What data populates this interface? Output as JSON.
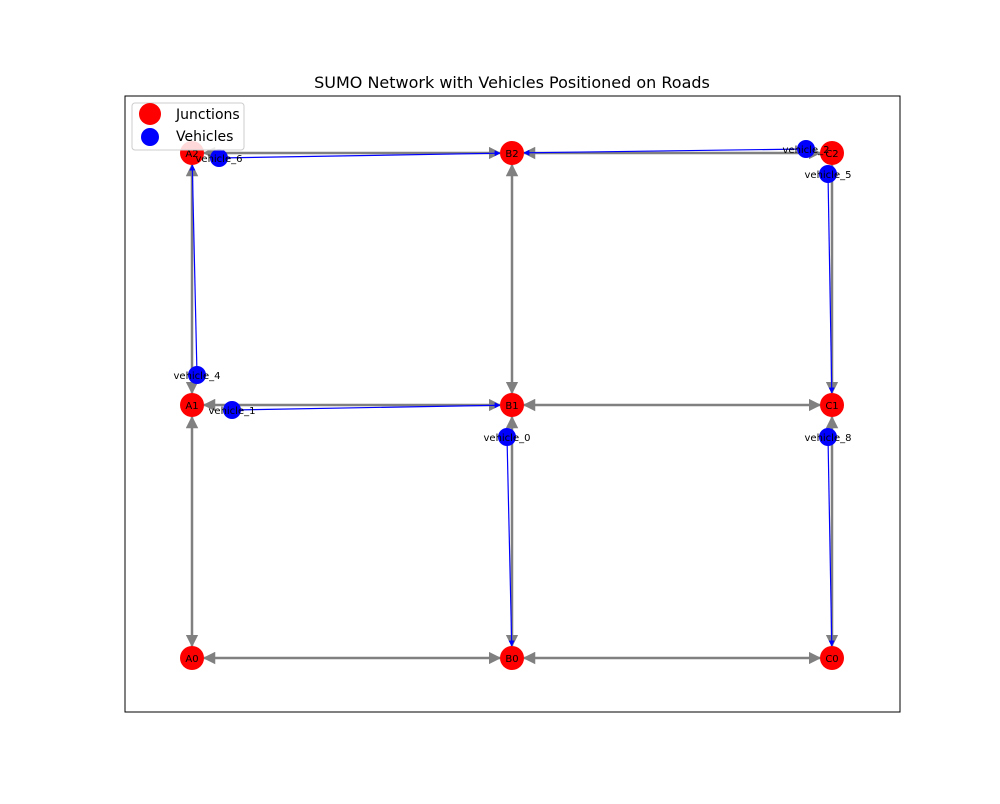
{
  "title": "SUMO Network with Vehicles Positioned on Roads",
  "legend": {
    "junctions_label": "Junctions",
    "vehicles_label": "Vehicles"
  },
  "colors": {
    "junction": "#ff0000",
    "vehicle": "#0000ff",
    "road": "#808080",
    "route": "#0000ff"
  },
  "junctions": [
    {
      "id": "A0",
      "label": "A0"
    },
    {
      "id": "A1",
      "label": "A1"
    },
    {
      "id": "A2",
      "label": "A2"
    },
    {
      "id": "B0",
      "label": "B0"
    },
    {
      "id": "B1",
      "label": "B1"
    },
    {
      "id": "B2",
      "label": "B2"
    },
    {
      "id": "C0",
      "label": "C0"
    },
    {
      "id": "C1",
      "label": "C1"
    },
    {
      "id": "C2",
      "label": "C2"
    }
  ],
  "roads": [
    {
      "from": "A0",
      "to": "A1",
      "bidirectional": true
    },
    {
      "from": "A1",
      "to": "A2",
      "bidirectional": true
    },
    {
      "from": "B0",
      "to": "B1",
      "bidirectional": true
    },
    {
      "from": "B1",
      "to": "B2",
      "bidirectional": true
    },
    {
      "from": "C0",
      "to": "C1",
      "bidirectional": true
    },
    {
      "from": "C1",
      "to": "C2",
      "bidirectional": true
    },
    {
      "from": "A0",
      "to": "B0",
      "bidirectional": true
    },
    {
      "from": "B0",
      "to": "C0",
      "bidirectional": true
    },
    {
      "from": "A1",
      "to": "B1",
      "bidirectional": true
    },
    {
      "from": "B1",
      "to": "C1",
      "bidirectional": true
    },
    {
      "from": "A2",
      "to": "B2",
      "bidirectional": true
    },
    {
      "from": "B2",
      "to": "C2",
      "bidirectional": true
    }
  ],
  "vehicles": [
    {
      "id": "vehicle_0",
      "label": "vehicle_0",
      "target": "B0"
    },
    {
      "id": "vehicle_1",
      "label": "vehicle_1",
      "target": "B1"
    },
    {
      "id": "vehicle_2",
      "label": "vehicle_2",
      "target": "B2"
    },
    {
      "id": "vehicle_4",
      "label": "vehicle_4",
      "target": "A2"
    },
    {
      "id": "vehicle_5",
      "label": "vehicle_5",
      "target": "C1"
    },
    {
      "id": "vehicle_6",
      "label": "vehicle_6",
      "target": "B2"
    },
    {
      "id": "vehicle_8",
      "label": "vehicle_8",
      "target": "C0"
    }
  ]
}
